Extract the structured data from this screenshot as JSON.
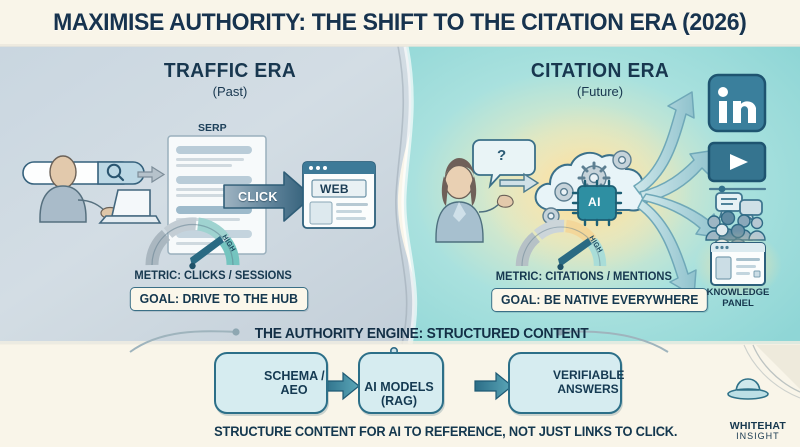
{
  "title": "MAXIMISE AUTHORITY: THE SHIFT TO THE CITATION ERA (2026)",
  "colors": {
    "background": "#f9f5e9",
    "ink": "#17334e",
    "left_panel": "#ccd6de",
    "right_panel": "#a9e2df",
    "accent_teal": "#2f8ea3",
    "gauge_high": "#7ecfc9"
  },
  "left_panel": {
    "heading": "TRAFFIC ERA",
    "subheading": "(Past)",
    "searcher_icon": "person-at-laptop-icon",
    "search_bar_icon": "magnifier-icon",
    "serp_label": "SERP",
    "click_arrow_label": "CLICK",
    "destination_label": "WEB",
    "gauge": {
      "scale_label": "HIGH",
      "needle_level": "high"
    },
    "metric": "METRIC: CLICKS / SESSIONS",
    "goal": "GOAL: DRIVE TO THE HUB"
  },
  "right_panel": {
    "heading": "CITATION ERA",
    "subheading": "(Future)",
    "asker_icon": "person-asking-icon",
    "question_mark": "?",
    "ai_cloud_icon": "ai-cloud-gears-icon",
    "ai_chip_label": "AI",
    "gauge": {
      "scale_label": "HIGH",
      "needle_level": "high"
    },
    "metric": "METRIC: CITATIONS / MENTIONS",
    "goal": "GOAL: BE NATIVE EVERYWHERE",
    "channels": [
      {
        "icon": "linkedin-icon",
        "label": ""
      },
      {
        "icon": "video-player-icon",
        "label": ""
      },
      {
        "icon": "community-discussion-icon",
        "label": ""
      },
      {
        "icon": "knowledge-panel-icon",
        "label": "KNOWLEDGE\nPANEL"
      }
    ],
    "knowledge_panel_label_line1": "KNOWLEDGE",
    "knowledge_panel_label_line2": "PANEL"
  },
  "engine": {
    "title": "THE AUTHORITY ENGINE: STRUCTURED CONTENT",
    "steps": [
      {
        "icon": "code-document-icon",
        "label_line1": "SCHEMA /",
        "label_line2": "AEO"
      },
      {
        "icon": "robot-icon",
        "label_line1": "AI MODELS",
        "label_line2": "(RAG)"
      },
      {
        "icon": "check-speech-bubble-icon",
        "label_line1": "VERIFIABLE",
        "label_line2": "ANSWERS"
      }
    ],
    "caption": "STRUCTURE CONTENT FOR AI TO REFERENCE, NOT JUST LINKS TO CLICK."
  },
  "logo": {
    "icon": "fedora-hat-icon",
    "line1": "WHITEHAT",
    "line2": "INSIGHT"
  }
}
